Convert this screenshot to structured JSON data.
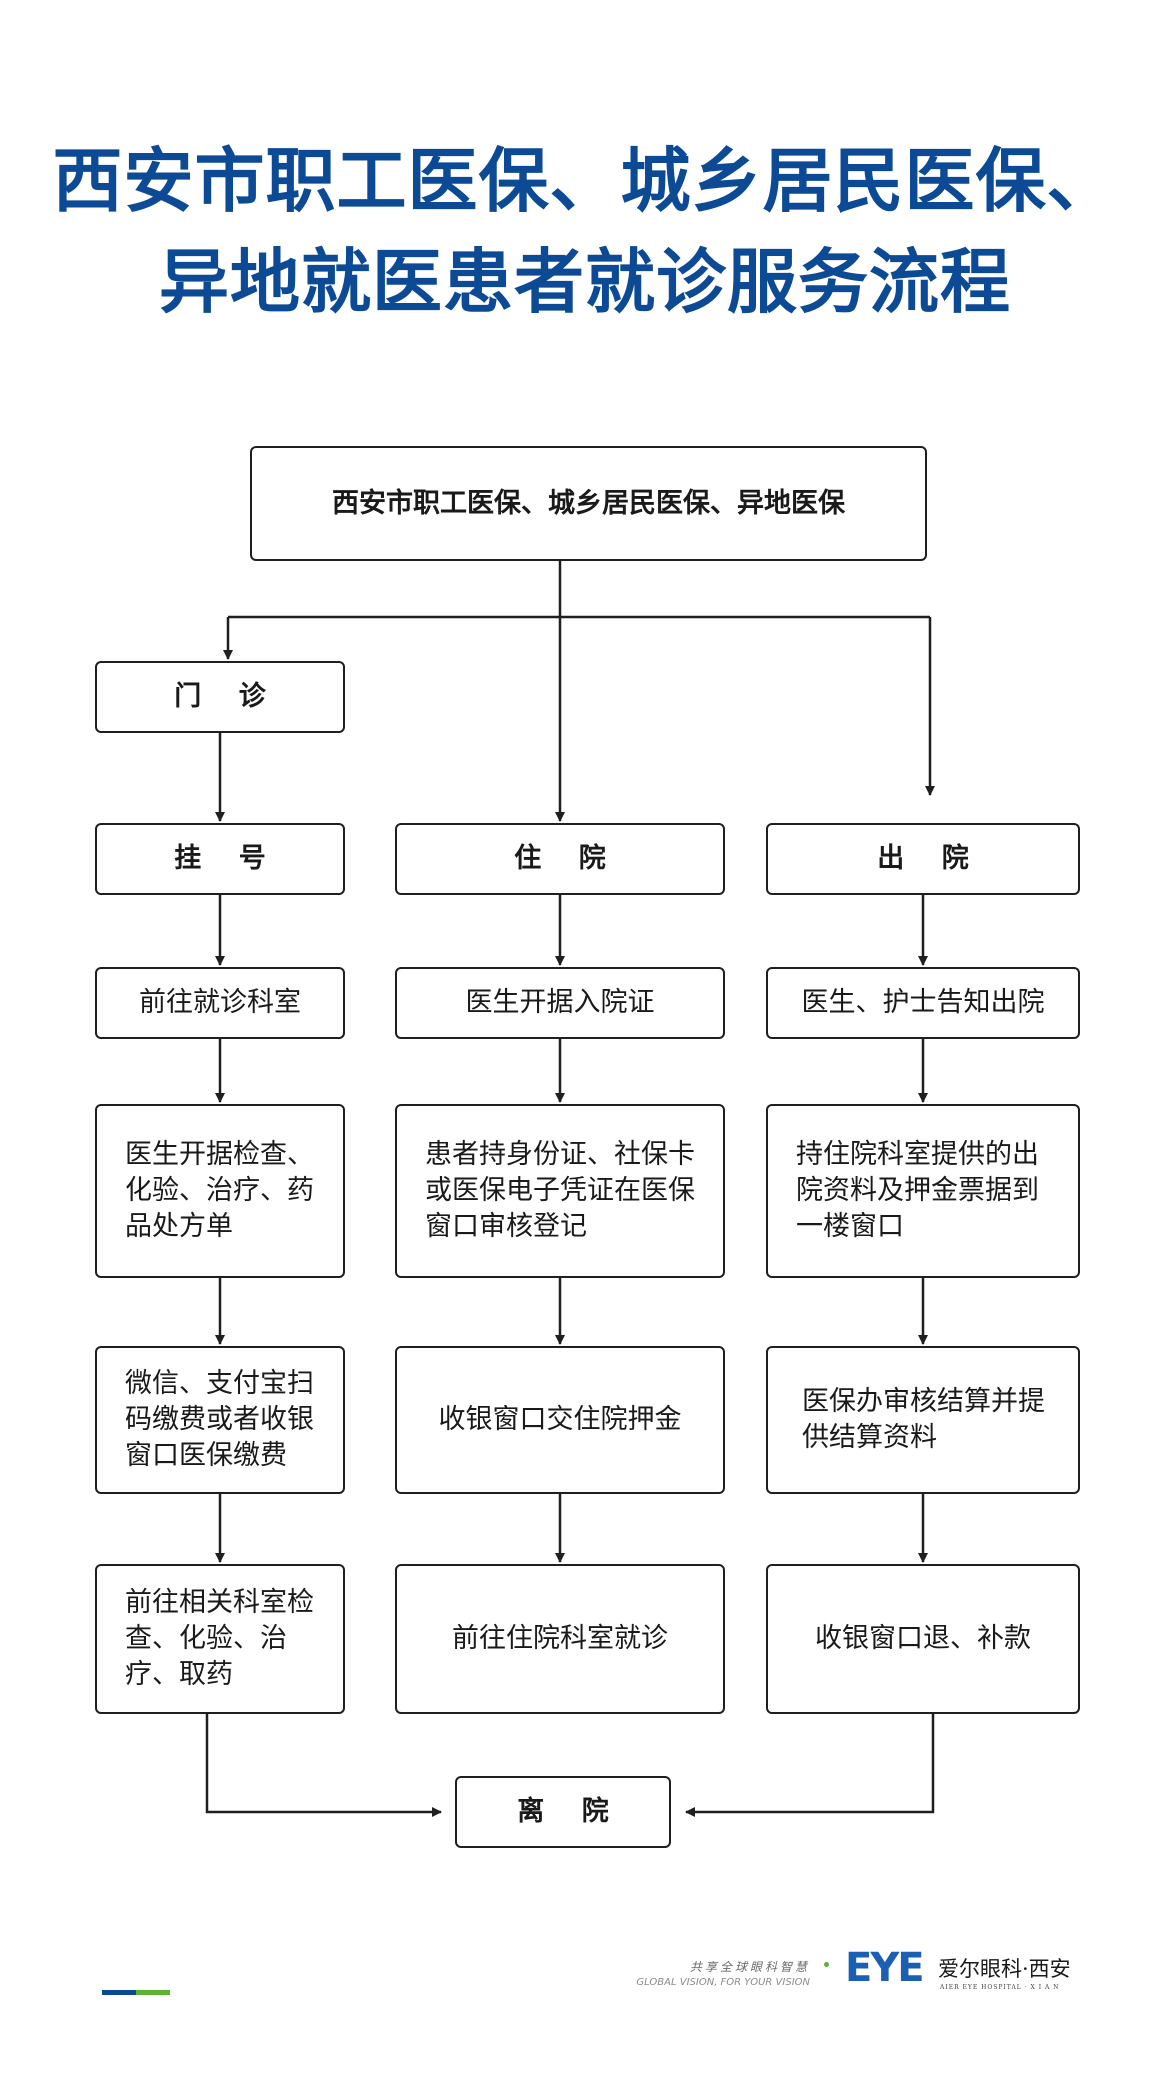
{
  "title": {
    "line1": "西安市职工医保、城乡居民医保、",
    "line2": "异地就医患者就诊服务流程"
  },
  "flow": {
    "start": "西安市职工医保、城乡居民医保、异地医保",
    "outpatient": {
      "head": "门 诊",
      "steps": [
        "挂 号",
        "前往就诊科室",
        "医生开据检查、化验、治疗、药品处方单",
        "微信、支付宝扫码缴费或者收银窗口医保缴费",
        "前往相关科室检查、化验、治疗、取药"
      ]
    },
    "inpatient": {
      "steps": [
        "住 院",
        "医生开据入院证",
        "患者持身份证、社保卡或医保电子凭证在医保窗口审核登记",
        "收银窗口交住院押金",
        "前往住院科室就诊"
      ]
    },
    "discharge": {
      "steps": [
        "出 院",
        "医生、护士告知出院",
        "持住院科室提供的出院资料及押金票据到一楼窗口",
        "医保办审核结算并提供结算资料",
        "收银窗口退、补款"
      ]
    },
    "end": "离 院"
  },
  "footer": {
    "slogan_cn": "共享全球眼科智慧",
    "slogan_en": "GLOBAL VISION, FOR YOUR VISION",
    "logo_mark": "EYE",
    "logo_cn": "爱尔眼科·西安",
    "logo_en": "AIER EYE HOSPITAL · X I A N"
  },
  "colors": {
    "title": "#0c4a95",
    "accent_green": "#5bb331",
    "line": "#1f1f1f"
  }
}
